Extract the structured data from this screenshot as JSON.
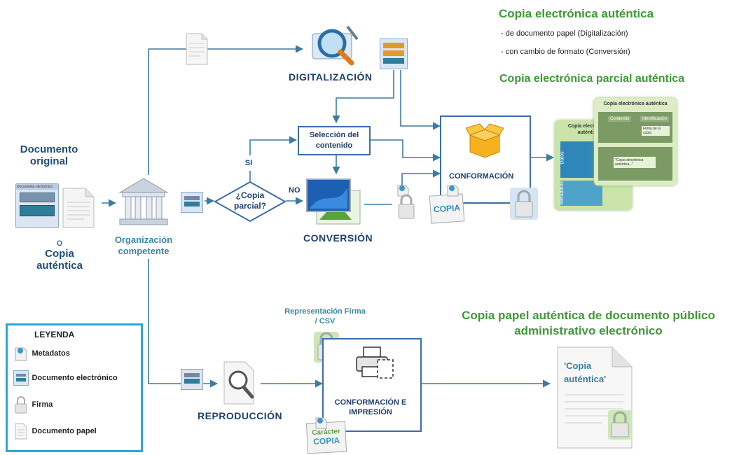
{
  "source": {
    "title": "Documento original",
    "or": "o",
    "alt": "Copia auténtica",
    "doc_card_title": "Documento electrónico"
  },
  "organization": "Organización competente",
  "processes": {
    "digitalizacion": "DIGITALIZACIÓN",
    "conversion": "CONVERSIÓN",
    "conformacion": "CONFORMACIÓN",
    "reproduccion": "REPRODUCCIÓN",
    "conformacion_impresion": "CONFORMACIÓN E IMPRESIÓN"
  },
  "decision": {
    "question": "¿Copia parcial?",
    "yes": "SI",
    "no": "NO"
  },
  "selection": "Selección del contenido",
  "copia_stamp": "COPIA",
  "caracter_stamp": {
    "top": "Carácter",
    "bottom": "COPIA"
  },
  "representation": "Representación Firma / CSV",
  "outputs": {
    "electronic_title": "Copia electrónica auténtica",
    "electronic_item_1": "- de documento papel (Digitalización)",
    "electronic_item_2": "- con cambio de formato (Conversión)",
    "partial_title": "Copia electrónica parcial auténtica",
    "paper_title": "Copia papel auténtica de documento público administrativo electrónico",
    "paper_doc_text": "'Copia auténtica'"
  },
  "result_card": {
    "back_title": "Copia electrónica auténtica",
    "front_title": "Copia electrónica auténtica",
    "datos": "Datos",
    "metadatos": "Metadatos",
    "contenido": "Contenido",
    "identificacion": "Identificación",
    "firma": "Firma de la copia",
    "copia_electronica": "\"Copia electrónica auténtica...\""
  },
  "legend": {
    "title": "LEYENDA",
    "items": [
      {
        "icon": "metadata-icon",
        "label": "Metadatos"
      },
      {
        "icon": "electronic-document-icon",
        "label": "Documento electrónico"
      },
      {
        "icon": "signature-lock-icon",
        "label": "Firma"
      },
      {
        "icon": "paper-document-icon",
        "label": "Documento papel"
      }
    ]
  },
  "colors": {
    "flow_line": "#3a7ca5",
    "box_border": "#3c6da8",
    "heading_blue": "#1f4e79",
    "green": "#3d9a35"
  }
}
